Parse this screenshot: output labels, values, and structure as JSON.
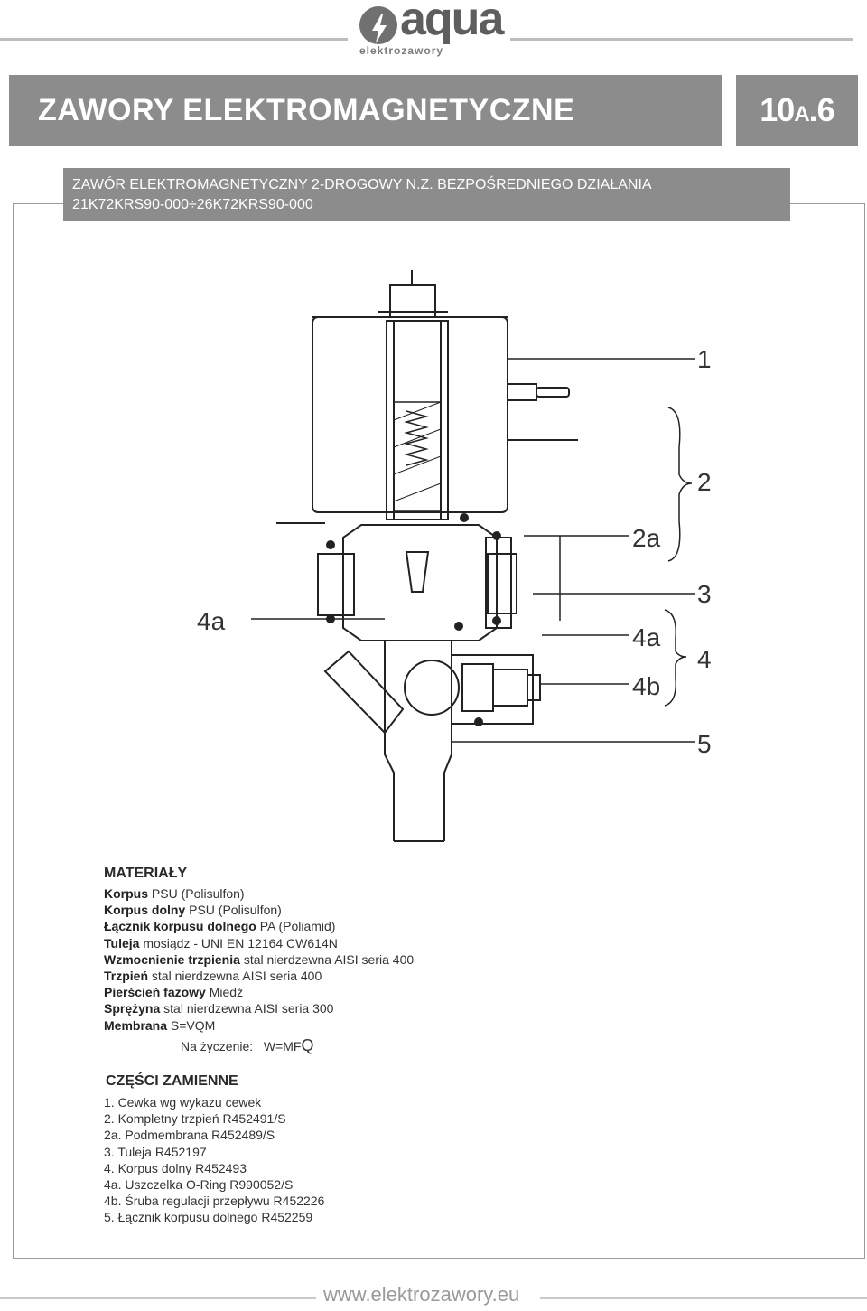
{
  "logo": {
    "word": "aqua",
    "sub": "elektrozawory"
  },
  "header": {
    "title": "ZAWORY ELEKTROMAGNETYCZNE",
    "page_main": "10",
    "page_letter": "A",
    "page_sub": ".6"
  },
  "subheader": {
    "line1": "ZAWÓR ELEKTROMAGNETYCZNY 2-DROGOWY N.Z. BEZPOŚREDNIEGO DZIAŁANIA",
    "line2": "21K72KRS90-000÷26K72KRS90-000"
  },
  "diagram": {
    "labels": [
      "1",
      "2",
      "2a",
      "3",
      "4a",
      "4",
      "4b",
      "5",
      "4a"
    ]
  },
  "materials": {
    "title": "MATERIAŁY",
    "items": [
      {
        "name": "Korpus",
        "value": "PSU (Polisulfon)"
      },
      {
        "name": "Korpus dolny",
        "value": "PSU (Polisulfon)"
      },
      {
        "name": "Łącznik korpusu dolnego",
        "value": "PA (Poliamid)"
      },
      {
        "name": "Tuleja",
        "value": "mosiądz - UNI EN 12164 CW614N"
      },
      {
        "name": "Wzmocnienie trzpienia",
        "value": "stal nierdzewna AISI seria 400"
      },
      {
        "name": "Trzpień",
        "value": "stal nierdzewna AISI seria 400"
      },
      {
        "name": "Pierścień fazowy",
        "value": "Miedź"
      },
      {
        "name": "Sprężyna",
        "value": "stal nierdzewna AISI seria 300"
      },
      {
        "name": "Membrana",
        "value": "S=VQM"
      }
    ],
    "request_label": "Na życzenie:",
    "request_value": "W=MF",
    "request_suffix": "Q"
  },
  "parts": {
    "title": "CZĘŚCI ZAMIENNE",
    "items": [
      "1. Cewka wg wykazu cewek",
      "2. Kompletny trzpień R452491/S",
      "2a. Podmembrana R452489/S",
      "3. Tuleja R452197",
      "4. Korpus dolny R452493",
      "4a. Uszczelka O-Ring R990052/S",
      "4b. Śruba regulacji przepływu R452226",
      "5. Łącznik korpusu dolnego R452259"
    ]
  },
  "footer": {
    "url": "www.elektrozawory.eu"
  }
}
